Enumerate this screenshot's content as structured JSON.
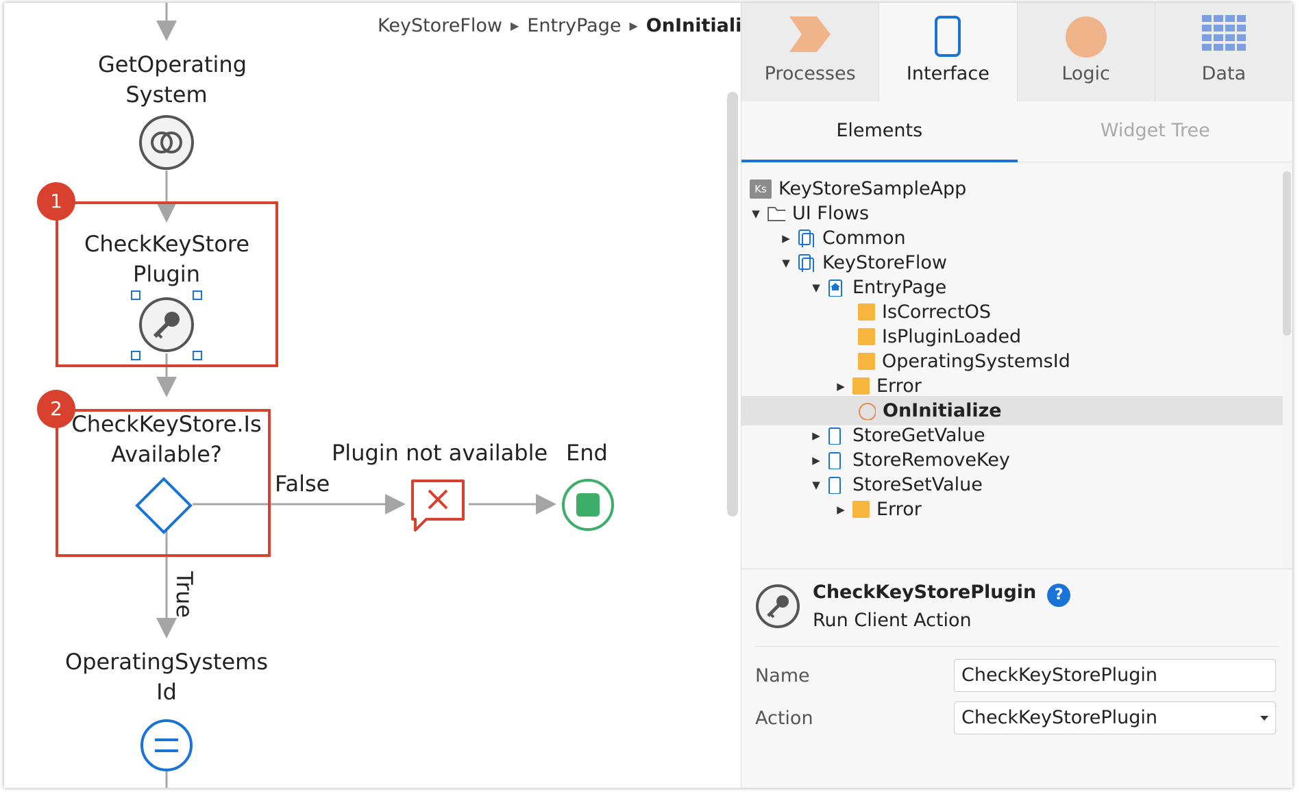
{
  "breadcrumb": [
    "KeyStoreFlow",
    "EntryPage",
    "OnInitialize"
  ],
  "flow": {
    "node1_label_line1": "GetOperating",
    "node1_label_line2": "System",
    "node2_label_line1": "CheckKeyStore",
    "node2_label_line2": "Plugin",
    "node3_label_line1": "CheckKeyStore.Is",
    "node3_label_line2": "Available?",
    "branch_false": "False",
    "branch_true": "True",
    "error_label": "Plugin not available",
    "end_label": "End",
    "node4_label_line1": "OperatingSystems",
    "node4_label_line2": "Id",
    "badge1": "1",
    "badge2": "2"
  },
  "top_tabs": [
    {
      "label": "Processes",
      "icon": "processes-icon",
      "color": "#f0b48a"
    },
    {
      "label": "Interface",
      "icon": "interface-icon",
      "color": "#1a73d6"
    },
    {
      "label": "Logic",
      "icon": "logic-icon",
      "color": "#f0b48a"
    },
    {
      "label": "Data",
      "icon": "data-icon",
      "color": "#7b9fe0"
    }
  ],
  "sub_tabs": [
    "Elements",
    "Widget Tree"
  ],
  "tree": [
    {
      "label": "KeyStoreSampleApp",
      "badge": "Ks"
    },
    {
      "label": "UI Flows"
    },
    {
      "label": "Common"
    },
    {
      "label": "KeyStoreFlow"
    },
    {
      "label": "EntryPage"
    },
    {
      "label": "IsCorrectOS"
    },
    {
      "label": "IsPluginLoaded"
    },
    {
      "label": "OperatingSystemsId"
    },
    {
      "label": "Error"
    },
    {
      "label": "OnInitialize"
    },
    {
      "label": "StoreGetValue"
    },
    {
      "label": "StoreRemoveKey"
    },
    {
      "label": "StoreSetValue"
    },
    {
      "label": "Error"
    }
  ],
  "properties": {
    "title": "CheckKeyStorePlugin",
    "subtitle": "Run Client Action",
    "help": "?",
    "name_label": "Name",
    "name_value": "CheckKeyStorePlugin",
    "action_label": "Action",
    "action_value": "CheckKeyStorePlugin"
  },
  "colors": {
    "accent": "#1a73d6",
    "highlight_box": "#d9412f",
    "end_node": "#3dae6a",
    "error_node": "#d9412f",
    "folder_item": "#f8b53d"
  }
}
